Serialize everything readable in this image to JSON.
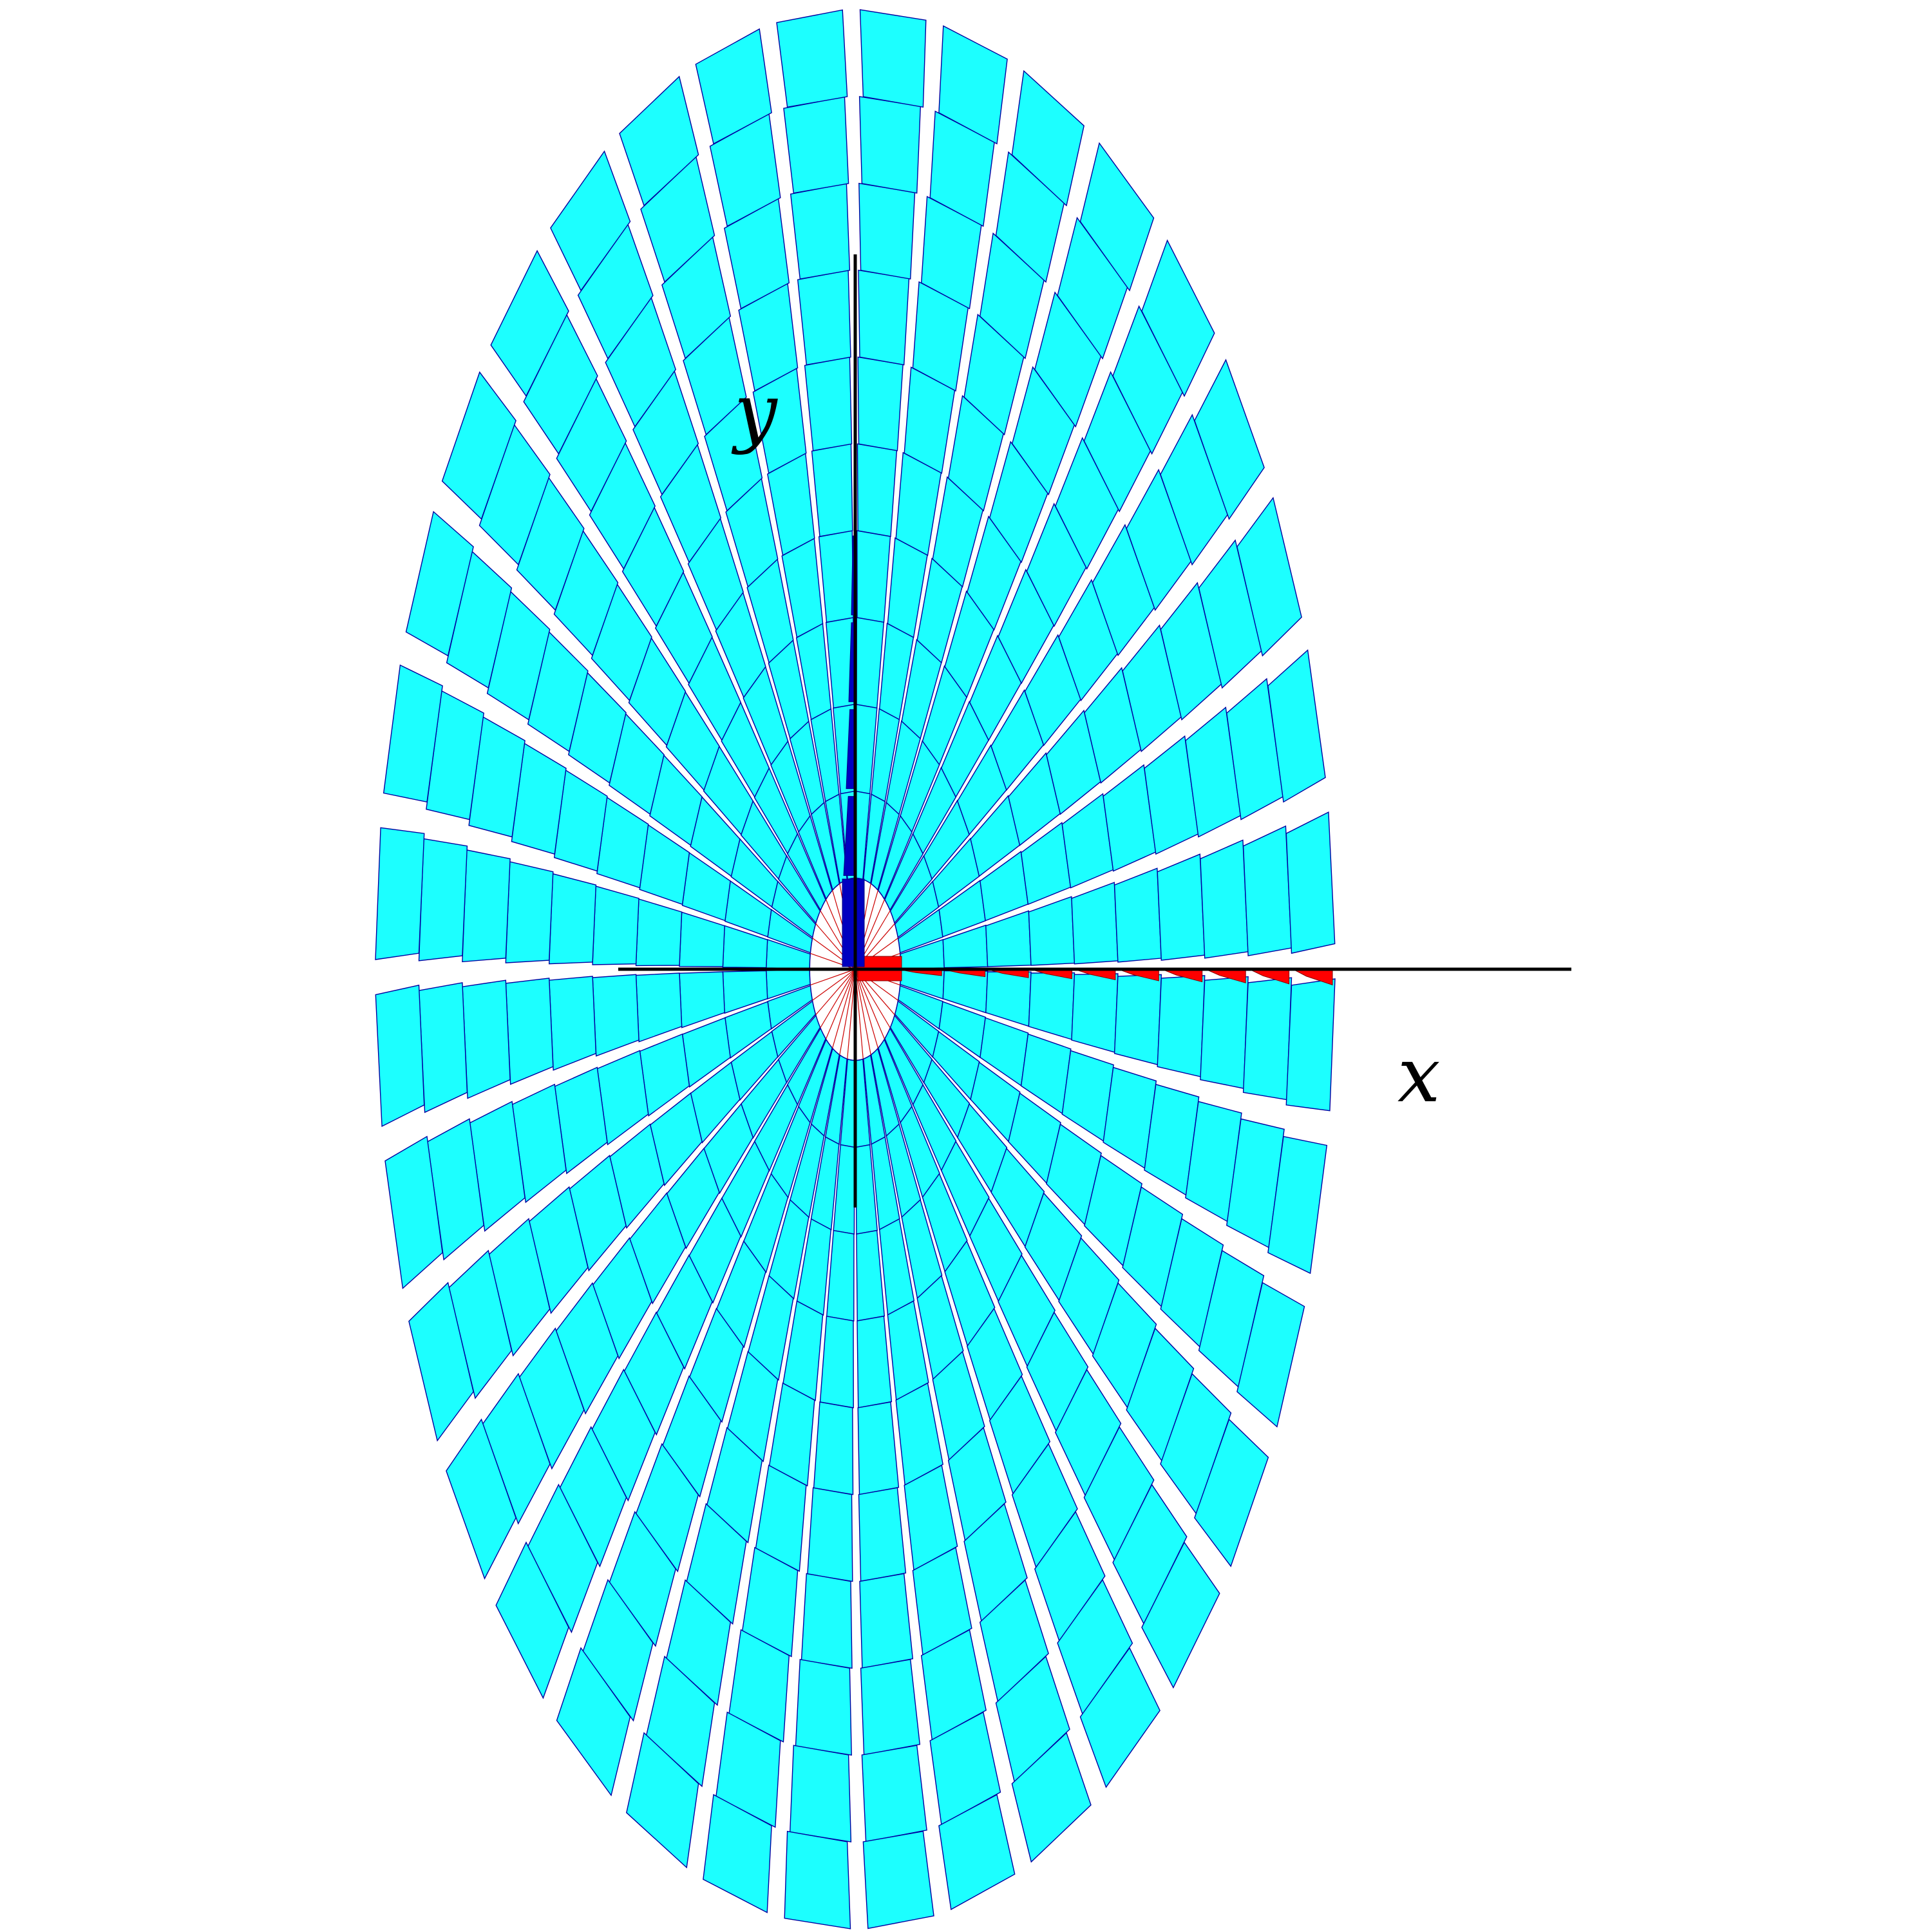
{
  "axes": {
    "x_label": "x",
    "y_label": "y"
  },
  "rings": 10,
  "sectors_per_ring": 36,
  "colors": {
    "tile_fill": "#1cffff",
    "tile_stroke": "#0000a0",
    "highlight_x": "#ff0000",
    "highlight_y": "#0000c0",
    "axis": "#000000",
    "inner_lines": "#cc0000"
  }
}
